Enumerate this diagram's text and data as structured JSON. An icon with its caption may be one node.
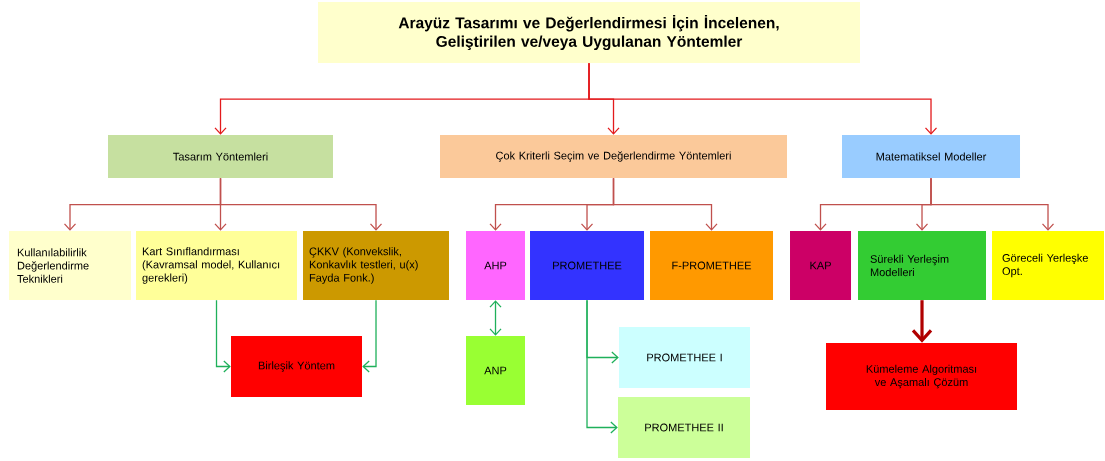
{
  "diagram": {
    "nodes": [
      {
        "text": [
          "Arayüz Tasarımı ve Değerlendirmesi İçin İncelenen, Geliştirilen ve/veya Uygulanan Yöntemler"
        ]
      },
      {
        "text": [
          "Tasarım Yöntemleri"
        ]
      },
      {
        "text": [
          "Çok Kriterli Seçim ve Değerlendirme Yöntemleri"
        ]
      },
      {
        "text": [
          "Matematiksel Modeller"
        ]
      },
      {
        "text": [
          "Kullanılabilirlik Değerlendirme Teknikleri"
        ]
      },
      {
        "text": [
          "Kart Sınıflandırması (Kavramsal model, Kullanıcı gerekleri)"
        ]
      },
      {
        "text": [
          "ÇKKV (Konvekslik, Konkavlık testleri, u(x) Fayda Fonk.)"
        ]
      },
      {
        "text": [
          "Birleşik Yöntem"
        ]
      },
      {
        "text": [
          "AHP"
        ]
      },
      {
        "text": [
          "PROMETHEE"
        ]
      },
      {
        "text": [
          "F-PROMETHEE"
        ]
      },
      {
        "text": [
          "ANP"
        ]
      },
      {
        "text": [
          "PROMETHEE I"
        ]
      },
      {
        "text": [
          "PROMETHEE II"
        ]
      },
      {
        "text": [
          "KAP"
        ]
      },
      {
        "text": [
          "Sürekli Yerleşim Modelleri"
        ]
      },
      {
        "text": [
          "Göreceli Yerleşke Opt."
        ]
      },
      {
        "text": [
          "Kümeleme Algoritması ve Aşamalı Çözüm"
        ]
      }
    ],
    "edges": [
      {
        "from": 0,
        "to": 1,
        "arrow": "to",
        "color": "#e31a1c"
      },
      {
        "from": 0,
        "to": 2,
        "arrow": "to",
        "color": "#e31a1c"
      },
      {
        "from": 0,
        "to": 3,
        "arrow": "to",
        "color": "#e31a1c"
      },
      {
        "from": 1,
        "to": 4,
        "arrow": "to"
      },
      {
        "from": 1,
        "to": 5,
        "arrow": "to"
      },
      {
        "from": 1,
        "to": 6,
        "arrow": "to"
      },
      {
        "from": 2,
        "to": 8,
        "arrow": "to"
      },
      {
        "from": 2,
        "to": 9,
        "arrow": "to"
      },
      {
        "from": 2,
        "to": 10,
        "arrow": "to"
      },
      {
        "from": 3,
        "to": 14,
        "arrow": "to"
      },
      {
        "from": 3,
        "to": 15,
        "arrow": "to"
      },
      {
        "from": 3,
        "to": 16,
        "arrow": "to"
      },
      {
        "from": 5,
        "to": 7,
        "arrow": "to",
        "color": "#1fb05a"
      },
      {
        "from": 6,
        "to": 7,
        "arrow": "to",
        "color": "#1fb05a"
      },
      {
        "from": 8,
        "to": 11,
        "arrow": "both",
        "color": "#1fb05a"
      },
      {
        "from": 9,
        "to": 12,
        "arrow": "to",
        "color": "#1fb05a"
      },
      {
        "from": 9,
        "to": 13,
        "arrow": "to",
        "color": "#1fb05a"
      },
      {
        "from": 15,
        "to": 17,
        "arrow": "to",
        "style": "thick",
        "color": "#b00000"
      }
    ]
  }
}
